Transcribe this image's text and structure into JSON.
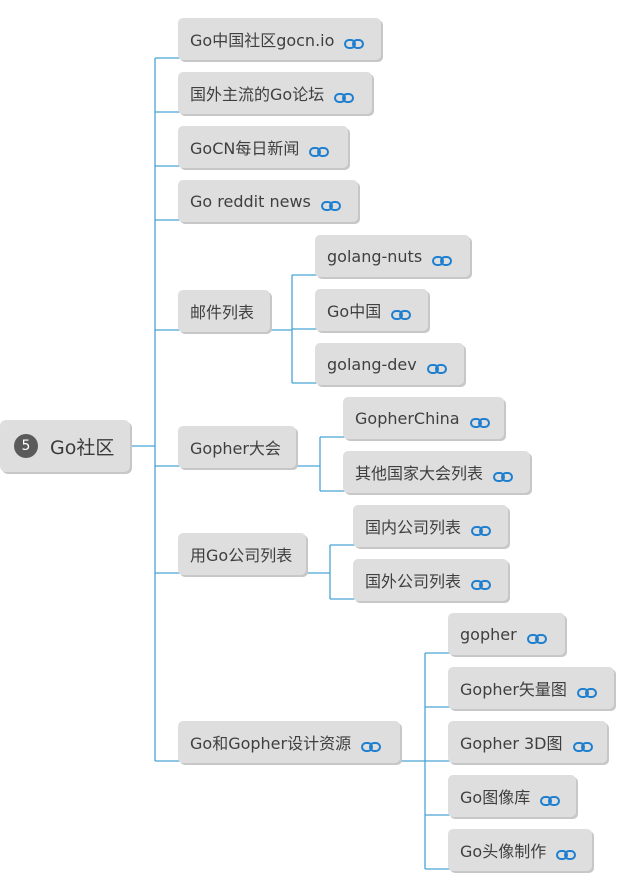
{
  "colors": {
    "line": "#4ba3d6",
    "node_bg": "#dedede",
    "node_text": "#3f3f3f",
    "link_icon": "#1e7fd0",
    "badge_bg": "#5a5a5a"
  },
  "root": {
    "number": "5",
    "label": "Go社区"
  },
  "nodes": [
    {
      "id": "n1",
      "label": "Go中国社区gocn.io",
      "link": true
    },
    {
      "id": "n2",
      "label": "国外主流的Go论坛",
      "link": true
    },
    {
      "id": "n3",
      "label": "GoCN每日新闻",
      "link": true
    },
    {
      "id": "n4",
      "label": "Go reddit news",
      "link": true
    },
    {
      "id": "n5",
      "label": "邮件列表",
      "link": false
    },
    {
      "id": "n5a",
      "label": "golang-nuts",
      "link": true
    },
    {
      "id": "n5b",
      "label": "Go中国",
      "link": true
    },
    {
      "id": "n5c",
      "label": "golang-dev",
      "link": true
    },
    {
      "id": "n6",
      "label": "Gopher大会",
      "link": false
    },
    {
      "id": "n6a",
      "label": "GopherChina",
      "link": true
    },
    {
      "id": "n6b",
      "label": "其他国家大会列表",
      "link": true
    },
    {
      "id": "n7",
      "label": "用Go公司列表",
      "link": false
    },
    {
      "id": "n7a",
      "label": "国内公司列表",
      "link": true
    },
    {
      "id": "n7b",
      "label": "国外公司列表",
      "link": true
    },
    {
      "id": "n8",
      "label": "Go和Gopher设计资源",
      "link": true
    },
    {
      "id": "n8a",
      "label": "gopher",
      "link": true
    },
    {
      "id": "n8b",
      "label": "Gopher矢量图",
      "link": true
    },
    {
      "id": "n8c",
      "label": "Gopher 3D图",
      "link": true
    },
    {
      "id": "n8d",
      "label": "Go图像库",
      "link": true
    },
    {
      "id": "n8e",
      "label": "Go头像制作",
      "link": true
    }
  ]
}
